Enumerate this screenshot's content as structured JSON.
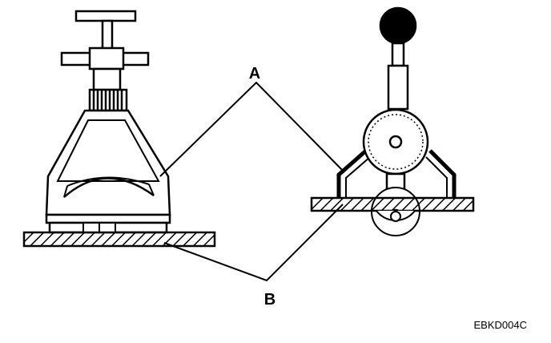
{
  "callouts": {
    "a": "A",
    "b": "B"
  },
  "figure_code": "EBKD004C",
  "colors": {
    "ink": "#000000",
    "paper": "#ffffff"
  }
}
